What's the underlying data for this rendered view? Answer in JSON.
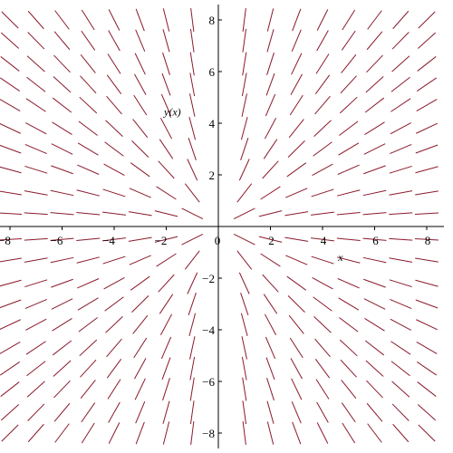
{
  "chart_data": {
    "type": "direction-field",
    "xlabel": "x",
    "ylabel": "y(x)",
    "xlim": [
      -8.5,
      8.5
    ],
    "ylim": [
      -8.5,
      8.5
    ],
    "x_ticks": [
      {
        "value": -8,
        "label": "−8"
      },
      {
        "value": -6,
        "label": "−6"
      },
      {
        "value": -4,
        "label": "−4"
      },
      {
        "value": -2,
        "label": "−2"
      },
      {
        "value": 0,
        "label": "0"
      },
      {
        "value": 2,
        "label": "2"
      },
      {
        "value": 4,
        "label": "4"
      },
      {
        "value": 6,
        "label": "6"
      },
      {
        "value": 8,
        "label": "8"
      }
    ],
    "y_ticks": [
      {
        "value": 8,
        "label": "8"
      },
      {
        "value": 6,
        "label": "6"
      },
      {
        "value": 4,
        "label": "4"
      },
      {
        "value": 2,
        "label": "2"
      },
      {
        "value": -2,
        "label": "−2"
      },
      {
        "value": -4,
        "label": "−4"
      },
      {
        "value": -6,
        "label": "−6"
      },
      {
        "value": -8,
        "label": "−8"
      }
    ],
    "field": {
      "slope": "y/x",
      "x_samples": [
        -8.0,
        -7.0,
        -6.0,
        -5.0,
        -4.0,
        -3.0,
        -2.0,
        -1.0,
        0.0,
        1.0,
        2.0,
        3.0,
        4.0,
        5.0,
        6.0,
        7.0,
        8.0
      ],
      "y_samples": [
        8.0,
        7.2,
        6.3,
        5.5,
        4.7,
        3.8,
        3.0,
        2.2,
        1.3,
        0.5,
        -0.5,
        -1.3,
        -2.2,
        -3.0,
        -3.8,
        -4.7,
        -5.5,
        -6.3,
        -7.2,
        -8.0
      ]
    },
    "grid": false,
    "colors": {
      "field": "#8b1a2b",
      "axes": "#000000"
    }
  }
}
